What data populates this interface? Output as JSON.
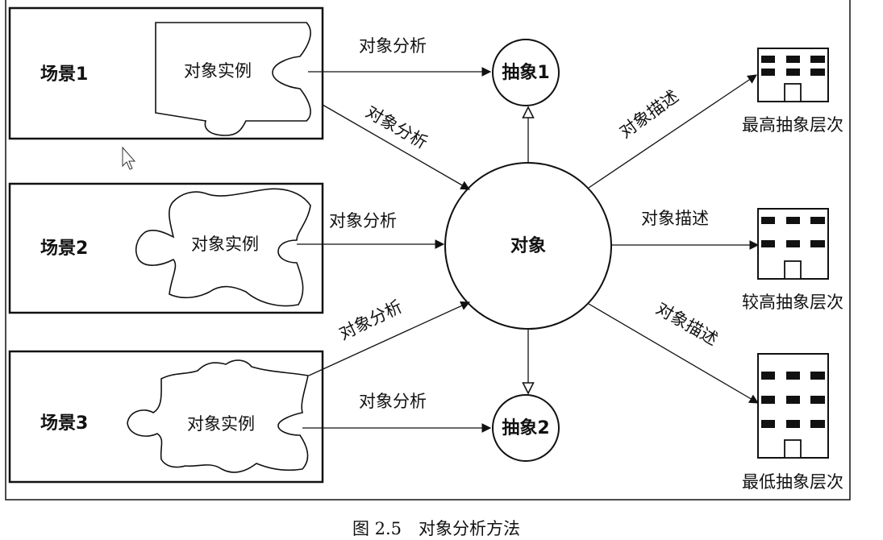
{
  "scenes": [
    {
      "label": "场景1",
      "instance": "对象实例"
    },
    {
      "label": "场景2",
      "instance": "对象实例"
    },
    {
      "label": "场景3",
      "instance": "对象实例"
    }
  ],
  "analysis_label": "对象分析",
  "description_label": "对象描述",
  "center_object": "对象",
  "abstractions": [
    "抽象1",
    "抽象2"
  ],
  "levels": [
    "最高抽象层次",
    "较高抽象层次",
    "最低抽象层次"
  ],
  "caption": "图 2.5　对象分析方法"
}
